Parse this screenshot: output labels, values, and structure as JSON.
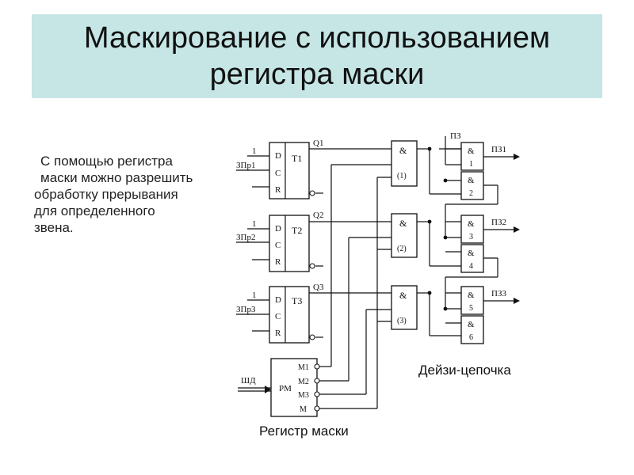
{
  "slide": {
    "title_lines": [
      "Маскирование с использованием",
      "регистра маски"
    ],
    "description_lines": [
      "С помощью регистра",
      "маски можно разрешить",
      "обработку прерывания",
      "для определенного",
      "звена."
    ],
    "daisy_chain_caption": "Дейзи-цепочка",
    "mask_register_caption": "Регистр маски"
  },
  "diagram": {
    "triggers": [
      {
        "name": "T1",
        "d": "D",
        "c": "C",
        "r": "R",
        "input_level": "1",
        "input_signal": "ЗПр1",
        "output": "Q1"
      },
      {
        "name": "T2",
        "d": "D",
        "c": "C",
        "r": "R",
        "input_level": "1",
        "input_signal": "ЗПр2",
        "output": "Q2"
      },
      {
        "name": "T3",
        "d": "D",
        "c": "C",
        "r": "R",
        "input_level": "1",
        "input_signal": "ЗПр3",
        "output": "Q3"
      }
    ],
    "and_gates": [
      {
        "symbol": "&",
        "label": "(1)"
      },
      {
        "symbol": "&",
        "label": "(2)"
      },
      {
        "symbol": "&",
        "label": "(3)"
      }
    ],
    "chain_gates": [
      {
        "symbol": "&",
        "number": "1"
      },
      {
        "symbol": "&",
        "number": "2"
      },
      {
        "symbol": "&",
        "number": "3"
      },
      {
        "symbol": "&",
        "number": "4"
      },
      {
        "symbol": "&",
        "number": "5"
      },
      {
        "symbol": "&",
        "number": "6"
      }
    ],
    "chain_input": "ПЗ",
    "chain_outputs": [
      "ПЗ1",
      "ПЗ2",
      "ПЗ3"
    ],
    "mask_register": {
      "name": "РМ",
      "input": "ШД",
      "outputs": [
        "М1",
        "М2",
        "М3",
        "М"
      ]
    }
  }
}
